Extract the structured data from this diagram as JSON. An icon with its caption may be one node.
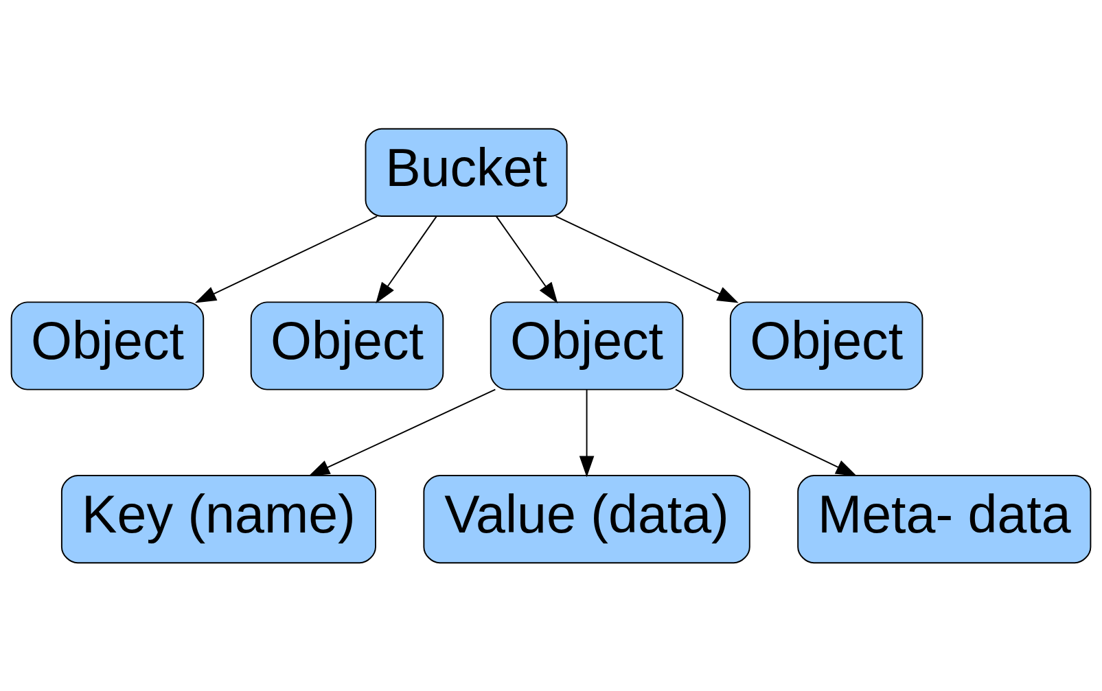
{
  "diagram": {
    "nodes": [
      {
        "text": [
          "Bucket"
        ]
      },
      {
        "text": [
          "Object"
        ]
      },
      {
        "text": [
          "Object"
        ]
      },
      {
        "text": [
          "Object"
        ]
      },
      {
        "text": [
          "Object"
        ]
      },
      {
        "text": [
          "Key (name)"
        ]
      },
      {
        "text": [
          "Value (data)"
        ]
      },
      {
        "text": [
          "Meta- data"
        ]
      }
    ],
    "edges": [
      {
        "from": 0,
        "to": 1,
        "arrow": "to"
      },
      {
        "from": 0,
        "to": 2,
        "arrow": "to"
      },
      {
        "from": 0,
        "to": 3,
        "arrow": "to"
      },
      {
        "from": 0,
        "to": 4,
        "arrow": "to"
      },
      {
        "from": 3,
        "to": 5,
        "arrow": "to"
      },
      {
        "from": 3,
        "to": 6,
        "arrow": "to"
      },
      {
        "from": 3,
        "to": 7,
        "arrow": "to"
      }
    ]
  }
}
